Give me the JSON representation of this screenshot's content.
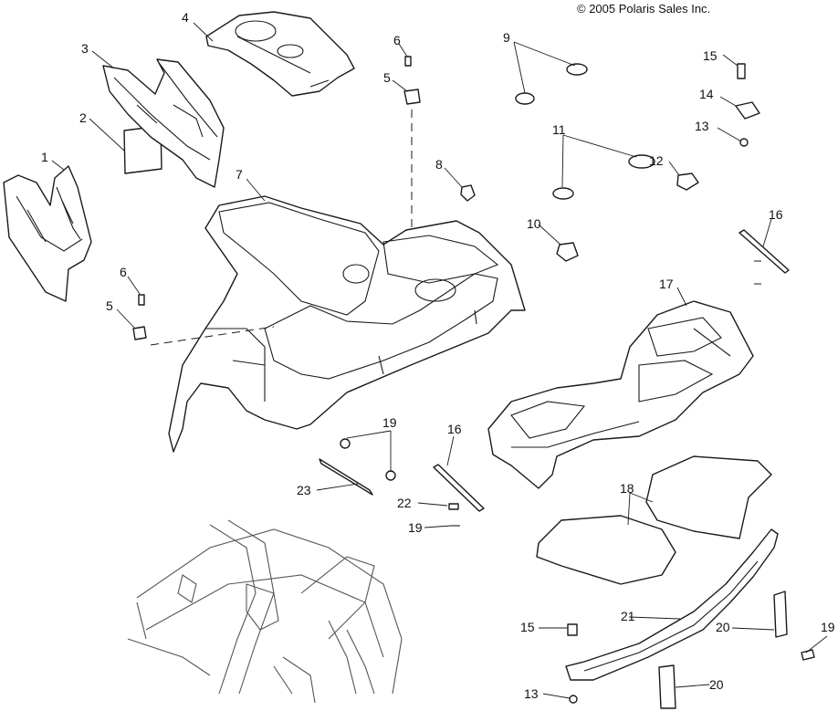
{
  "copyright": "© 2005 Polaris Sales Inc.",
  "callouts": [
    {
      "id": "c1",
      "text": "1"
    },
    {
      "id": "c2",
      "text": "2"
    },
    {
      "id": "c3",
      "text": "3"
    },
    {
      "id": "c4",
      "text": "4"
    },
    {
      "id": "c5a",
      "text": "5"
    },
    {
      "id": "c5b",
      "text": "5"
    },
    {
      "id": "c6a",
      "text": "6"
    },
    {
      "id": "c6b",
      "text": "6"
    },
    {
      "id": "c7",
      "text": "7"
    },
    {
      "id": "c8",
      "text": "8"
    },
    {
      "id": "c9",
      "text": "9"
    },
    {
      "id": "c10",
      "text": "10"
    },
    {
      "id": "c11",
      "text": "11"
    },
    {
      "id": "c12",
      "text": "12"
    },
    {
      "id": "c13a",
      "text": "13"
    },
    {
      "id": "c13b",
      "text": "13"
    },
    {
      "id": "c14",
      "text": "14"
    },
    {
      "id": "c15a",
      "text": "15"
    },
    {
      "id": "c15b",
      "text": "15"
    },
    {
      "id": "c16a",
      "text": "16"
    },
    {
      "id": "c16b",
      "text": "16"
    },
    {
      "id": "c17",
      "text": "17"
    },
    {
      "id": "c18",
      "text": "18"
    },
    {
      "id": "c19a",
      "text": "19"
    },
    {
      "id": "c19b",
      "text": "19"
    },
    {
      "id": "c19c",
      "text": "19"
    },
    {
      "id": "c20a",
      "text": "20"
    },
    {
      "id": "c20b",
      "text": "20"
    },
    {
      "id": "c21",
      "text": "21"
    },
    {
      "id": "c22",
      "text": "22"
    },
    {
      "id": "c23",
      "text": "23"
    }
  ]
}
